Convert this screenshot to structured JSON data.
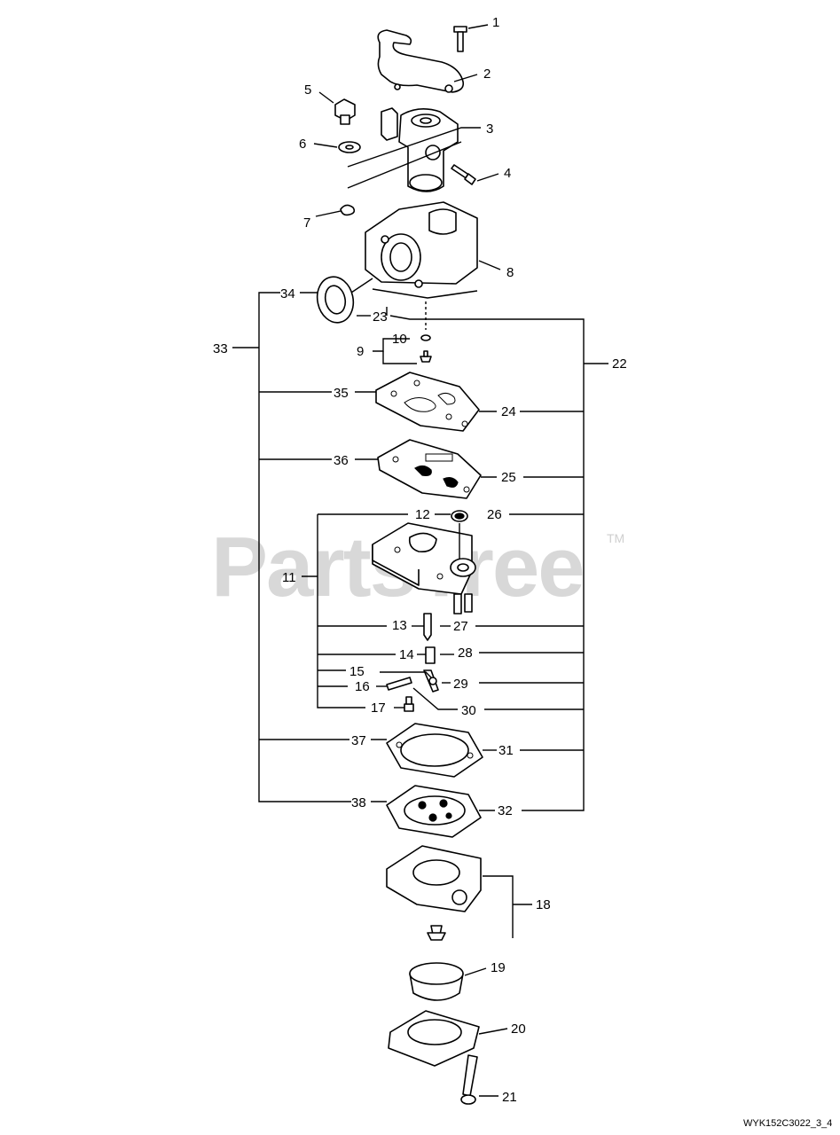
{
  "watermark": {
    "text": "PartsTree",
    "trademark": "TM"
  },
  "drawing_code": "WYK152C3022_3_4",
  "callouts": {
    "n1": "1",
    "n2": "2",
    "n3": "3",
    "n4": "4",
    "n5": "5",
    "n6": "6",
    "n7": "7",
    "n8": "8",
    "n9": "9",
    "n10": "10",
    "n11": "11",
    "n12": "12",
    "n13": "13",
    "n14": "14",
    "n15": "15",
    "n16": "16",
    "n17": "17",
    "n18": "18",
    "n19": "19",
    "n20": "20",
    "n21": "21",
    "n22": "22",
    "n23": "23",
    "n24": "24",
    "n25": "25",
    "n26": "26",
    "n27": "27",
    "n28": "28",
    "n29": "29",
    "n30": "30",
    "n31": "31",
    "n32": "32",
    "n33": "33",
    "n34": "34",
    "n35": "35",
    "n36": "36",
    "n37": "37",
    "n38": "38"
  }
}
